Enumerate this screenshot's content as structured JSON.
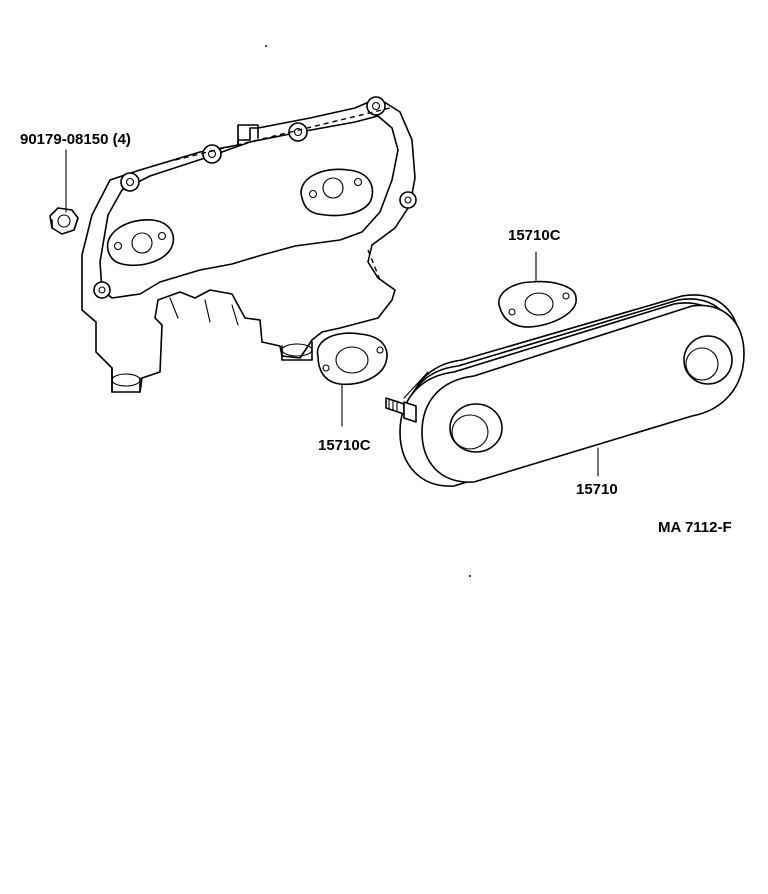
{
  "labels": {
    "nut_part": "90179-08150 (4)",
    "gasket_upper": "15710C",
    "gasket_lower": "15710C",
    "cooler": "15710",
    "figure_code": "MA  7112-F"
  }
}
